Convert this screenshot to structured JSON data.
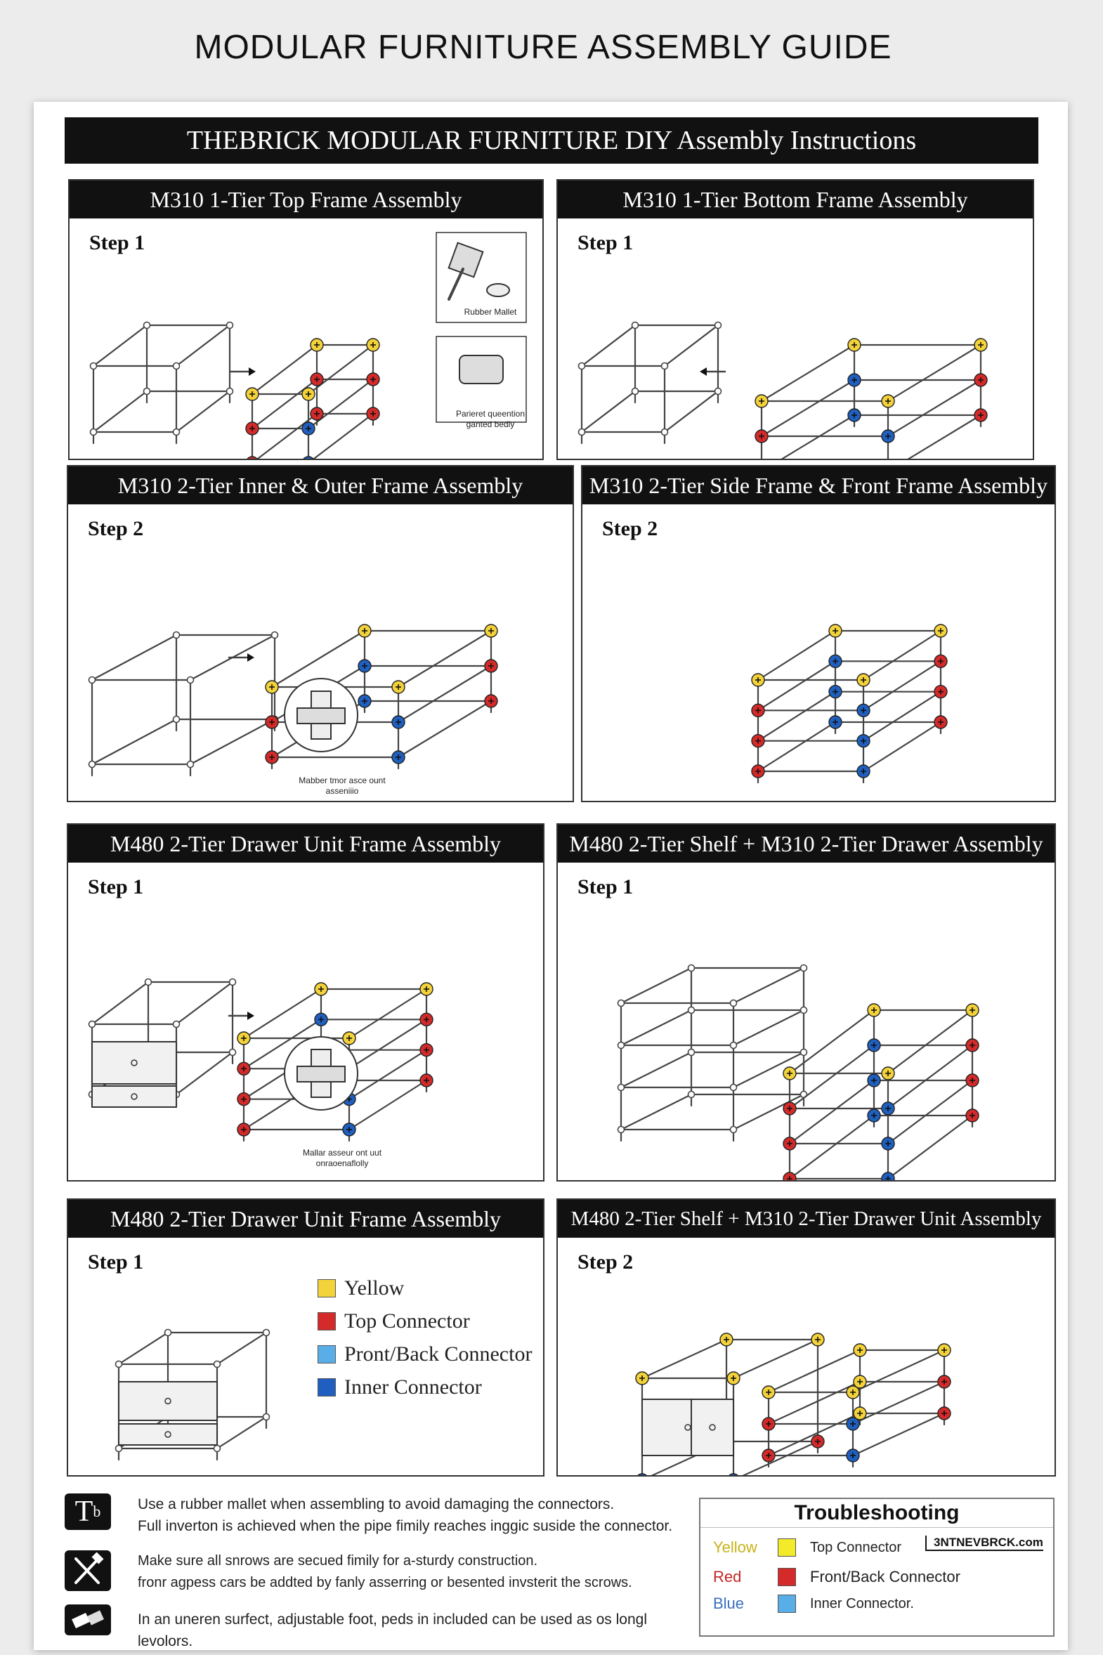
{
  "page_title": "MODULAR FURNITURE ASSEMBLY GUIDE",
  "banner": "THEBRICK MODULAR FURNITURE DIY Assembly Instructions",
  "colors": {
    "yellow": "#f3d23a",
    "red": "#d42a2a",
    "blue": "#1f5fbf",
    "light_blue": "#5aaee8",
    "black": "#111111"
  },
  "panels": [
    {
      "title": "M310 1-Tier Top Frame Assembly",
      "step": "Step 1",
      "notes": [
        "Rubber Mallet",
        "Parieret queention ganted bedly"
      ]
    },
    {
      "title": "M310 1-Tier Bottom Frame Assembly",
      "step": "Step 1"
    },
    {
      "title": "M310 2-Tier Inner & Outer Frame Assembly",
      "step": "Step 2",
      "notes": [
        "Mabber tmor asce ount asseniiio"
      ]
    },
    {
      "title": "M310 2-Tier Side Frame & Front Frame Assembly",
      "step": "Step 2"
    },
    {
      "title": "M480 2-Tier Drawer Unit Frame Assembly",
      "step": "Step 1",
      "notes": [
        "Mallar asseur ont uut onraoenaflolly"
      ]
    },
    {
      "title": "M480 2-Tier Shelf + M310 2-Tier Drawer Assembly",
      "step": "Step 1"
    },
    {
      "title": "M480 2-Tier Drawer Unit Frame Assembly",
      "step": "Step 1"
    },
    {
      "title": "M480 2-Tier Shelf  +  M310 2-Tier Drawer Unit Assembly",
      "step": "Step 2"
    }
  ],
  "legend": [
    {
      "label": "Yellow",
      "color": "#f3d23a"
    },
    {
      "label": "Top Connector",
      "color": "#d42a2a"
    },
    {
      "label": "Pront/Back Connector",
      "color": "#5aaee8"
    },
    {
      "label": "Inner Connector",
      "color": "#1f5fbf"
    }
  ],
  "tips": [
    {
      "icon": "tb-icon",
      "lines": [
        "Use a rubber mallet when assembling to avoid damaging the connectors.",
        "Full inverton is achieved when the pipe fimily reaches inggic suside the connector."
      ]
    },
    {
      "icon": "tools-icon",
      "lines": [
        "Make sure all snrows are secued fimily for a-sturdy construction.",
        "fronr agpess cars be addted by fanly asserring or besented invsterit the scrows."
      ]
    },
    {
      "icon": "eraser-icon",
      "lines": [
        "In an uneren surfect, adjustable foot, peds in included can be used as os longl levolors."
      ]
    }
  ],
  "troubleshooting": {
    "title": "Troubleshooting",
    "website": "3NTNEVBRCK.com",
    "rows": [
      {
        "name": "Yellow",
        "name_color": "#c9b21a",
        "color": "#f3ea2a",
        "label": "Top Connector"
      },
      {
        "name": "Red",
        "name_color": "#c42424",
        "color": "#d42a2a",
        "label": "Front/Back Connector"
      },
      {
        "name": "Blue",
        "name_color": "#3a6fc0",
        "color": "#5aaee8",
        "label": "Inner Connector."
      }
    ]
  }
}
